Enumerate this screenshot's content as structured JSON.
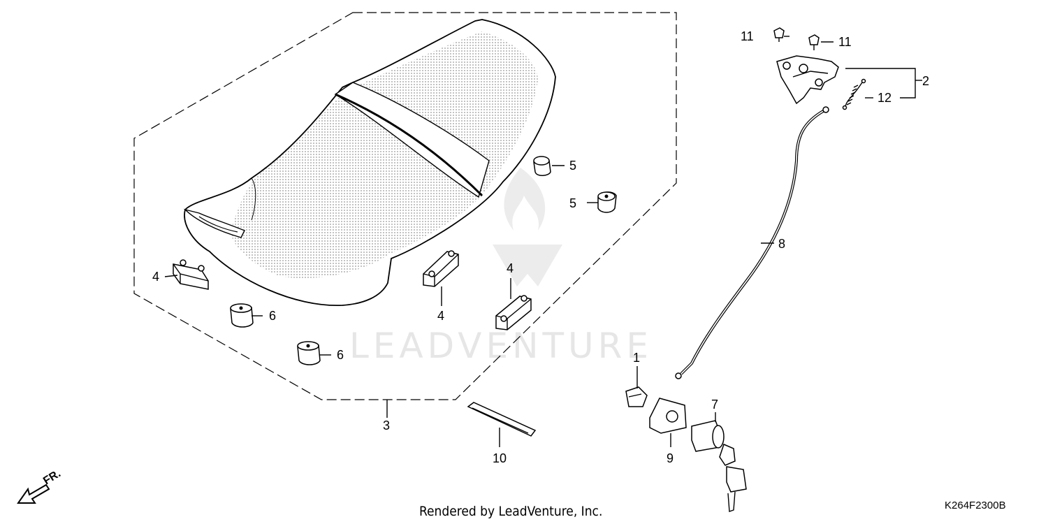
{
  "diagram": {
    "footer_credit": "Rendered by LeadVenture, Inc.",
    "diagram_code": "K264F2300B",
    "watermark_text": "LEADVENTURE",
    "front_arrow_label": "FR.",
    "callouts": {
      "c1": "1",
      "c2": "2",
      "c3": "3",
      "c4a": "4",
      "c4b": "4",
      "c4c": "4",
      "c5a": "5",
      "c5b": "5",
      "c6a": "6",
      "c6b": "6",
      "c7": "7",
      "c8": "8",
      "c9": "9",
      "c10": "10",
      "c11a": "11",
      "c11b": "11",
      "c12": "12"
    }
  }
}
